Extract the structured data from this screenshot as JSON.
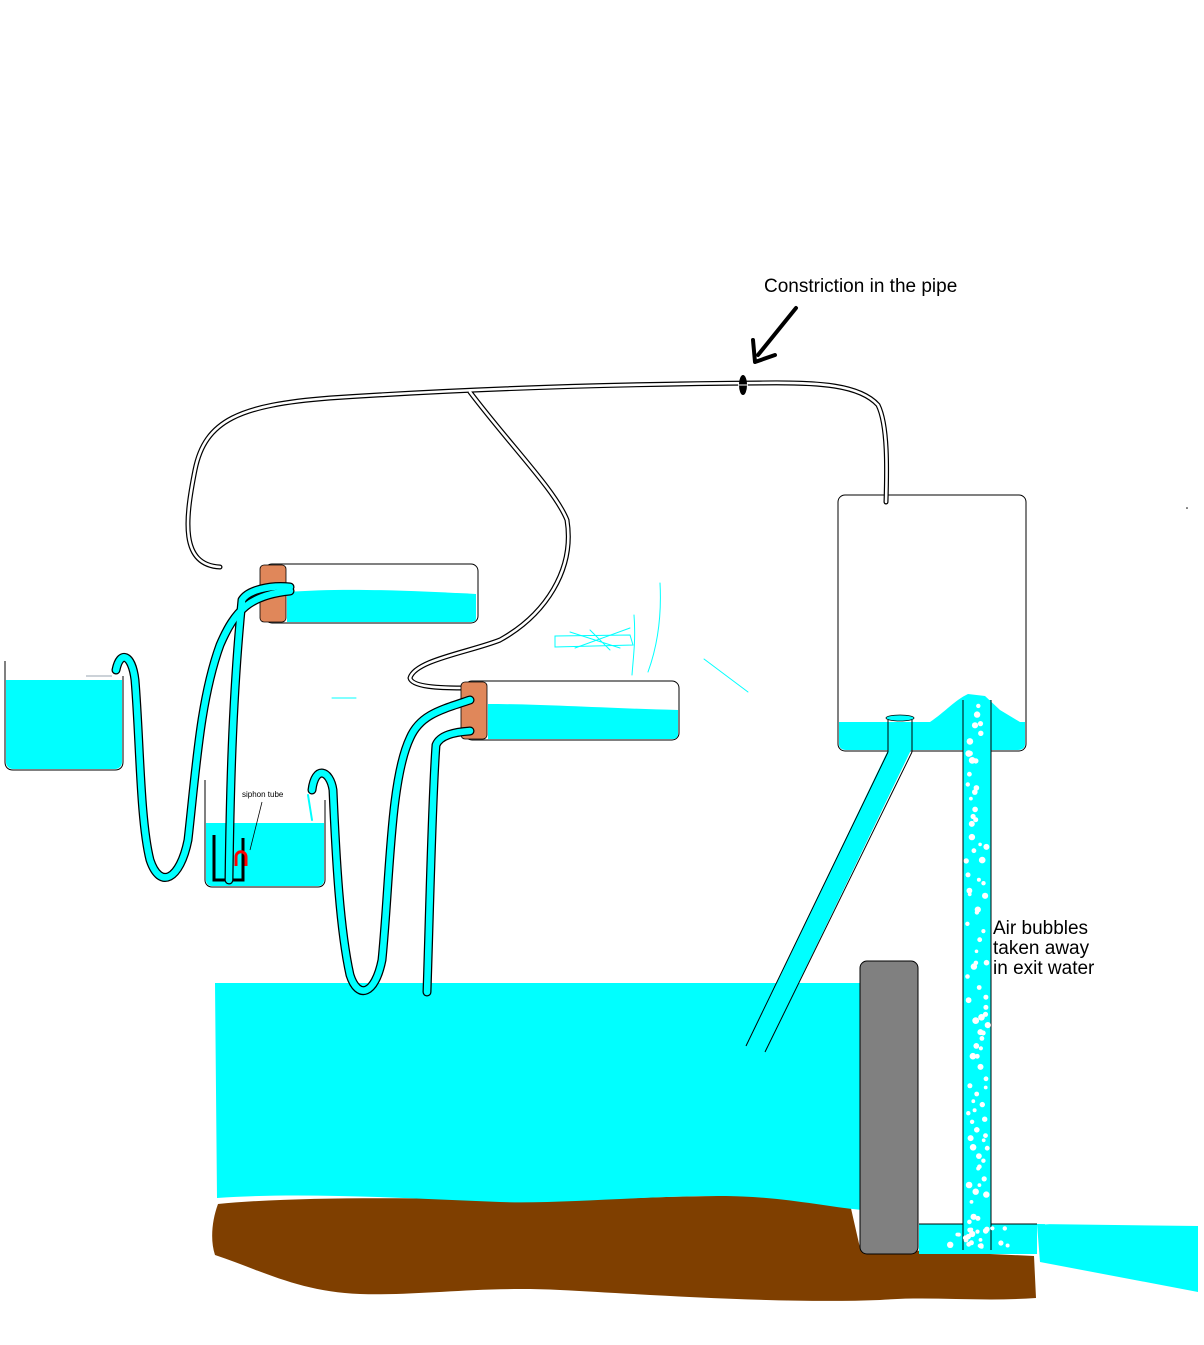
{
  "labels": {
    "constriction": "Constriction in the pipe",
    "siphon": "siphon tube",
    "bubbles_line1": "Air bubbles",
    "bubbles_line2": "taken away",
    "bubbles_line3": "in exit water"
  },
  "colors": {
    "water": "#00ffff",
    "soil": "#7f3f00",
    "pillar": "#808080",
    "stopper": "#e0875a",
    "siphon": "#ff0000",
    "outline": "#000000",
    "background": "#ffffff"
  }
}
